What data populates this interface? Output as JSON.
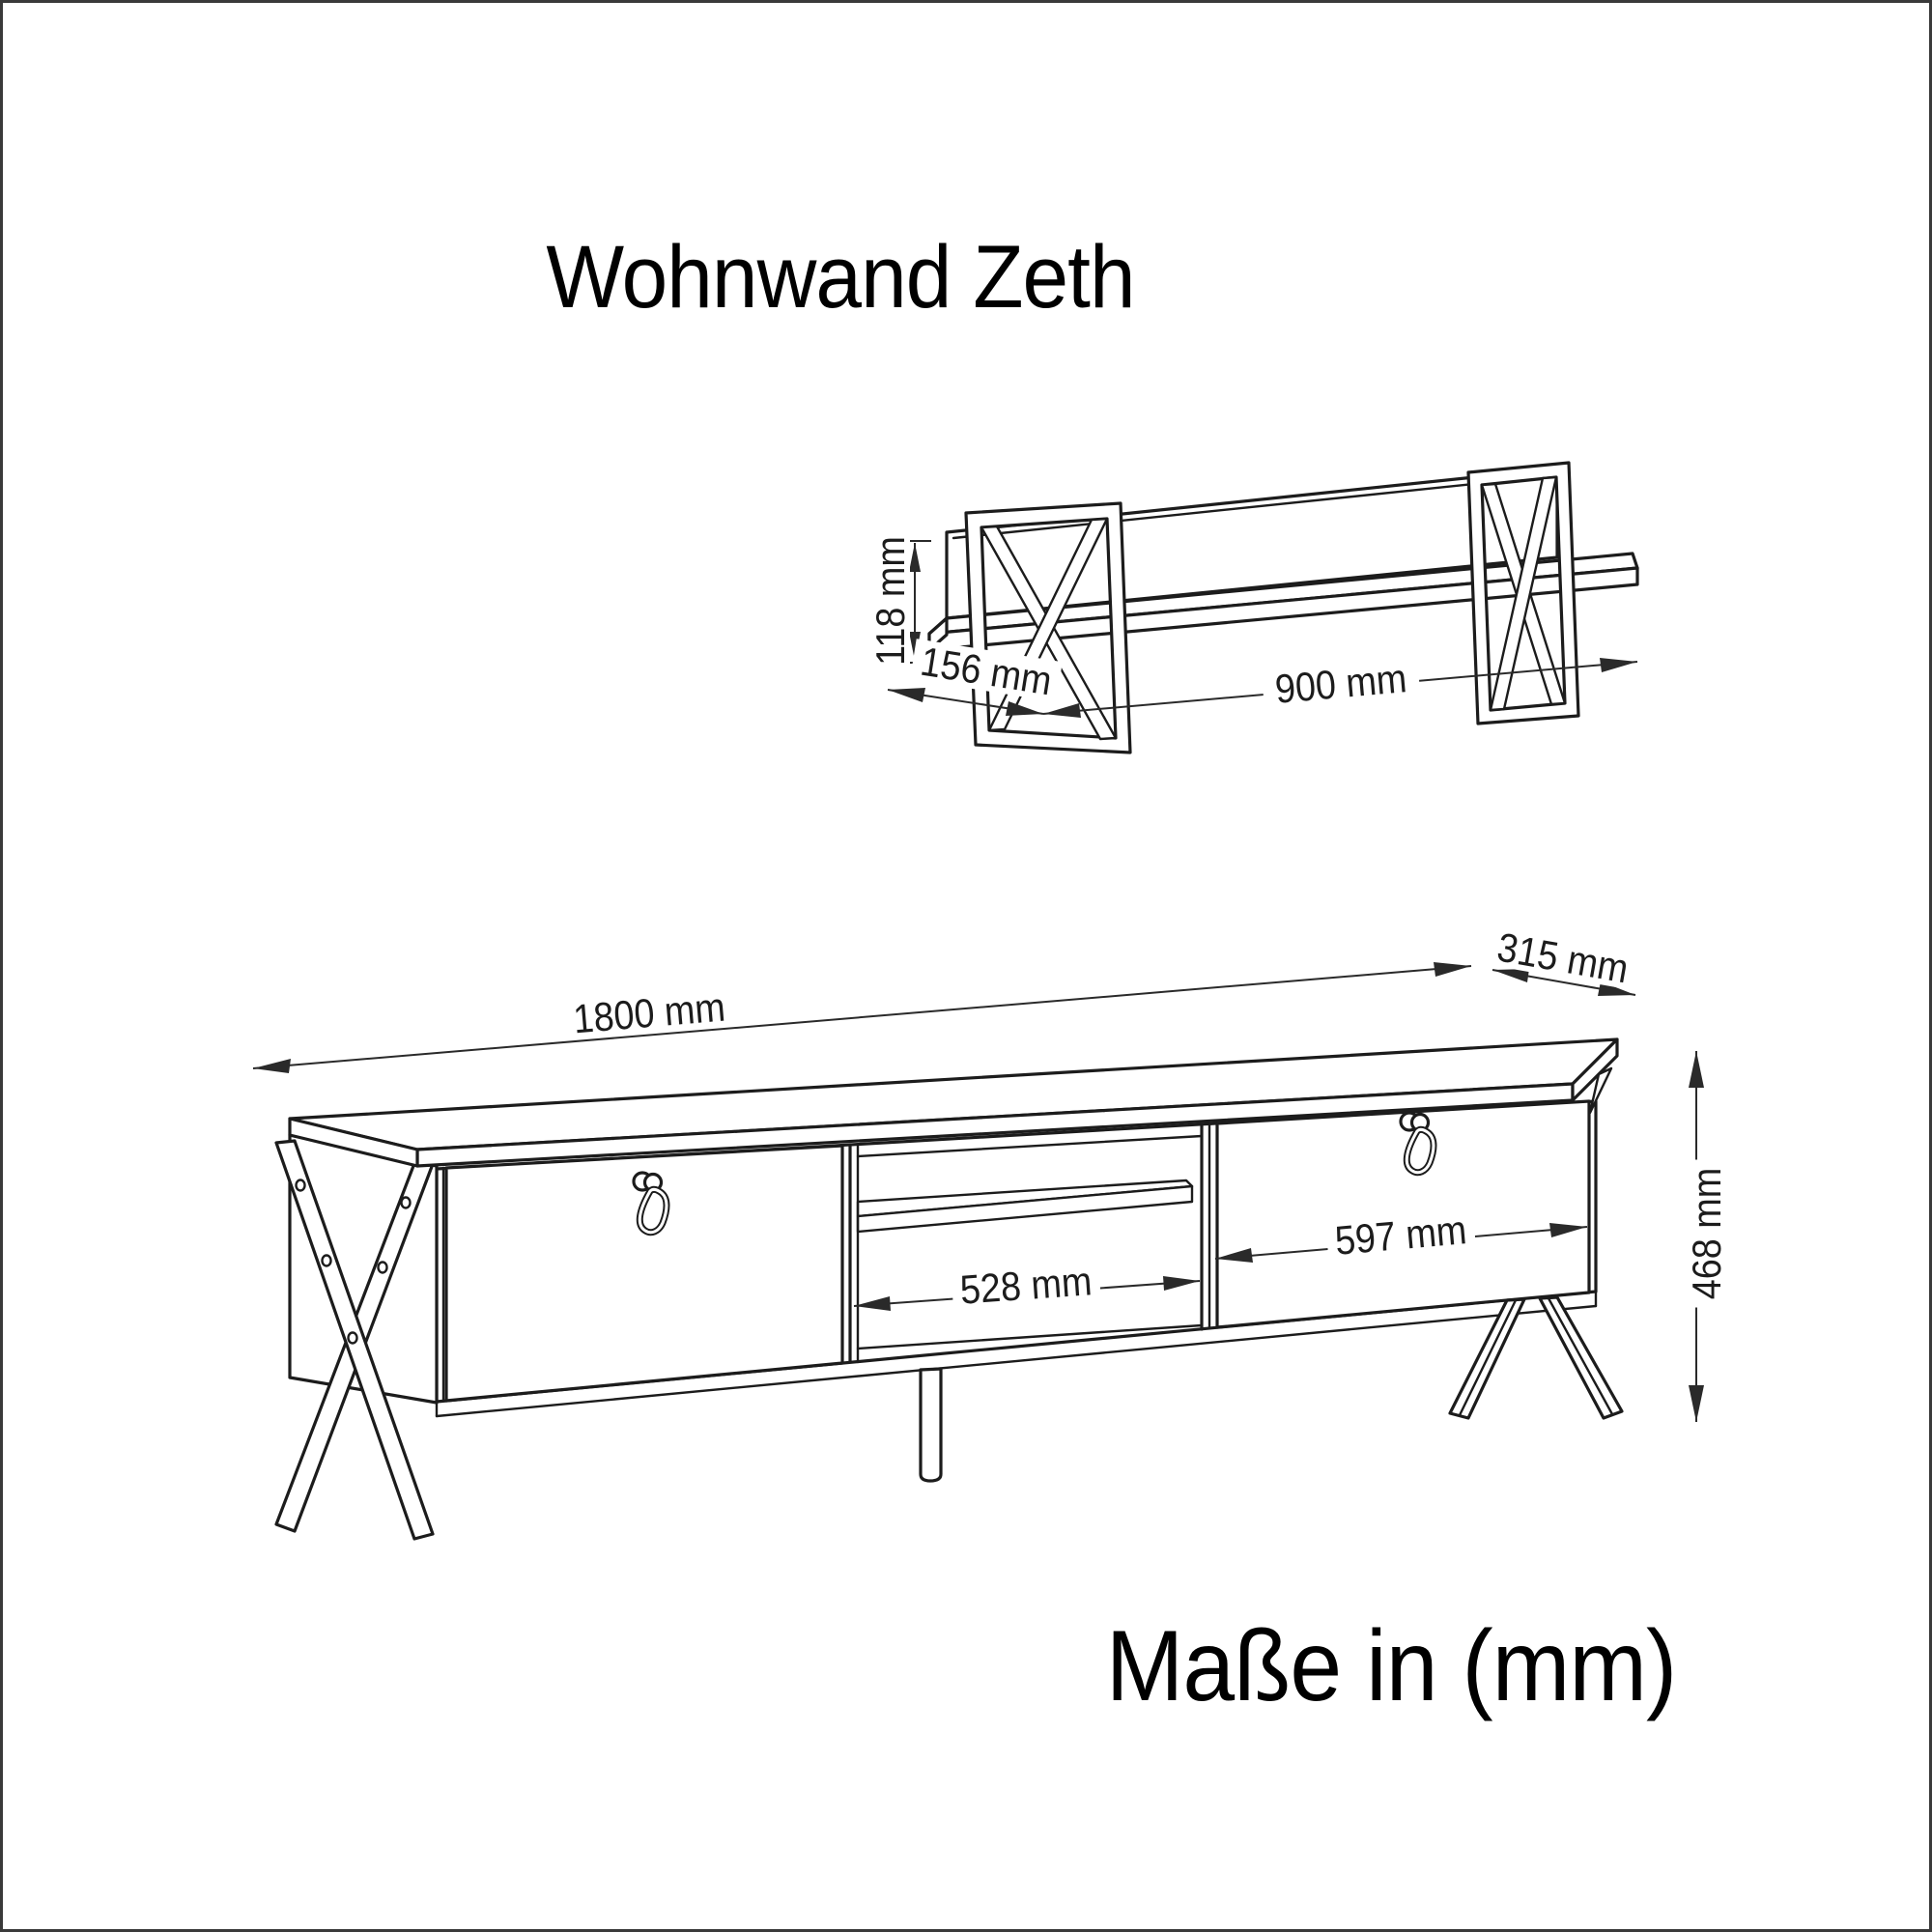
{
  "title": "Wohnwand Zeth",
  "unit_note": "Maße in (mm)",
  "colors": {
    "background": "#ffffff",
    "line": "#1c1c1c",
    "border": "#3a3a3a"
  },
  "wall_shelf": {
    "dims": {
      "height": "118 mm",
      "depth": "156 mm",
      "width": "900 mm"
    }
  },
  "tv_stand": {
    "dims": {
      "width": "1800 mm",
      "depth": "315 mm",
      "height": "468 mm",
      "open_compartment_width": "528 mm",
      "door_width": "597 mm"
    }
  }
}
